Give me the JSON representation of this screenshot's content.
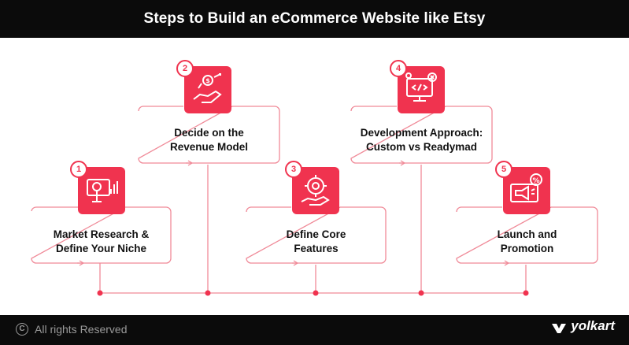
{
  "title": "Steps to Build an eCommerce Website like Etsy",
  "accent_color": "#f0334f",
  "steps": [
    {
      "number": "1",
      "line1": "Market Research &",
      "line2": "Define Your Niche",
      "icon": "market-research-icon"
    },
    {
      "number": "2",
      "line1": "Decide on the",
      "line2": "Revenue Model",
      "icon": "revenue-model-icon"
    },
    {
      "number": "3",
      "line1": "Define Core",
      "line2": "Features",
      "icon": "core-features-icon"
    },
    {
      "number": "4",
      "line1": "Development Approach:",
      "line2": "Custom vs Readymad",
      "icon": "development-approach-icon"
    },
    {
      "number": "5",
      "line1": "Launch and",
      "line2": "Promotion",
      "icon": "launch-promotion-icon"
    }
  ],
  "footer": {
    "copyright_symbol": "C",
    "copyright": "All rights Reserved",
    "brand": "yolkart"
  }
}
